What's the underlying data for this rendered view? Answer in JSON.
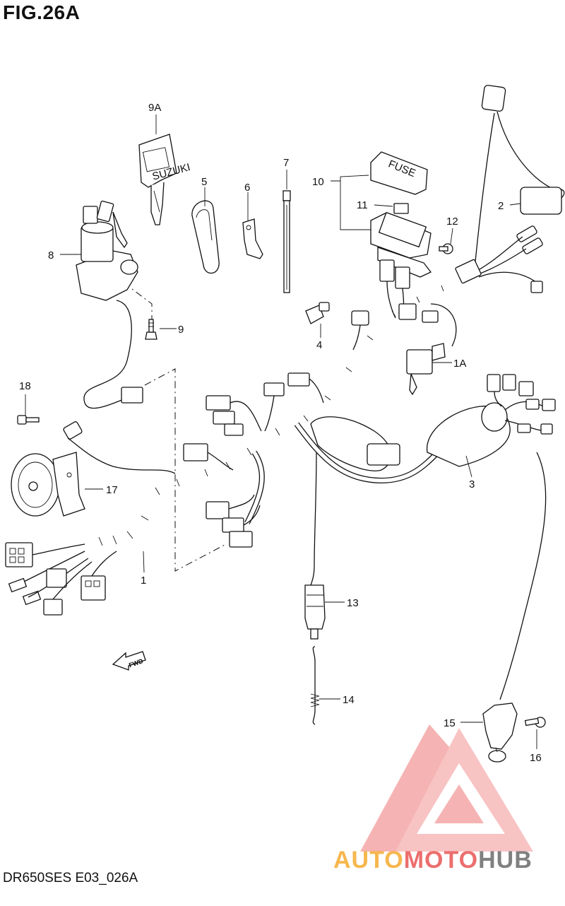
{
  "figure": {
    "title": "FIG.26A",
    "code": "DR650SES E03_026A"
  },
  "callouts": {
    "c9A": "9A",
    "c7": "7",
    "c5": "5",
    "c6": "6",
    "c10": "10",
    "c11": "11",
    "c2": "2",
    "c12": "12",
    "c8": "8",
    "c9": "9",
    "c4": "4",
    "c1A": "1A",
    "c18": "18",
    "c17": "17",
    "c3": "3",
    "c1": "1",
    "c13": "13",
    "c14": "14",
    "c15": "15",
    "c16": "16"
  },
  "labels": {
    "key_text": "SUZUKI",
    "fuse_cover_text": "FUSE",
    "fwd_arrow_text": "FWD"
  },
  "watermark": {
    "part1": "AUTO",
    "part2": "MOTO",
    "part3": "HUB",
    "color_orange": "#f5a623",
    "color_red": "#e84a4a",
    "color_gray": "#6b6b6b"
  }
}
